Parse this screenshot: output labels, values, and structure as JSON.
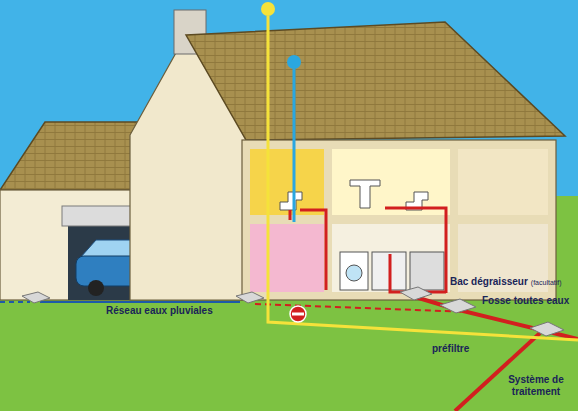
{
  "diagram": {
    "labels": [
      "Réseau eaux pluviales",
      "Bac dégraisseur",
      "(facultatif)",
      "Fosse toutes eaux",
      "préfiltre",
      "Système de traitement"
    ]
  }
}
